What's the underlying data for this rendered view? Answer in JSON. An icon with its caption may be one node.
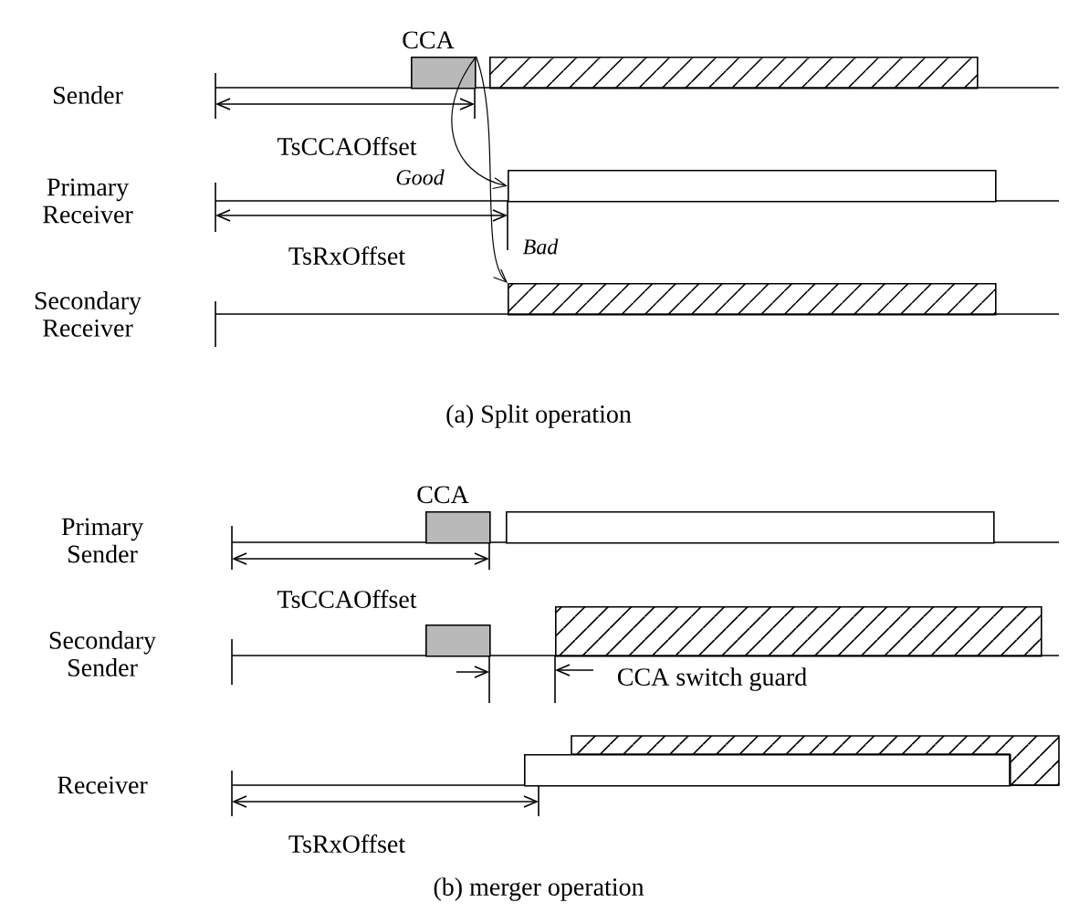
{
  "diagram": {
    "nodes": [
      {
        "text": [
          "CCA"
        ]
      },
      {
        "text": [],
        "shape": "box"
      },
      {
        "text": [],
        "shape": "box"
      },
      {
        "text": [],
        "shape": "box"
      },
      {
        "text": [
          "CCA"
        ]
      },
      {
        "text": [],
        "shape": "box"
      },
      {
        "text": [],
        "shape": "box"
      },
      {
        "text": [],
        "shape": "box"
      },
      {
        "text": [],
        "shape": "box"
      }
    ],
    "edges": [
      {
        "from": 0,
        "to": 2,
        "arrow": "to",
        "label": "Good"
      },
      {
        "from": 0,
        "to": 3,
        "arrow": "to",
        "label": "Bad"
      }
    ],
    "labels": [
      "Sender",
      "TsCCAOffset",
      "Primary Receiver",
      "TsRxOffset",
      "Secondary Receiver",
      "(a) Split operation",
      "Primary Sender",
      "TsCCAOffset",
      "Secondary Sender",
      "CCA switch guard",
      "Receiver",
      "TsRxOffset",
      "(b) merger operation"
    ]
  }
}
